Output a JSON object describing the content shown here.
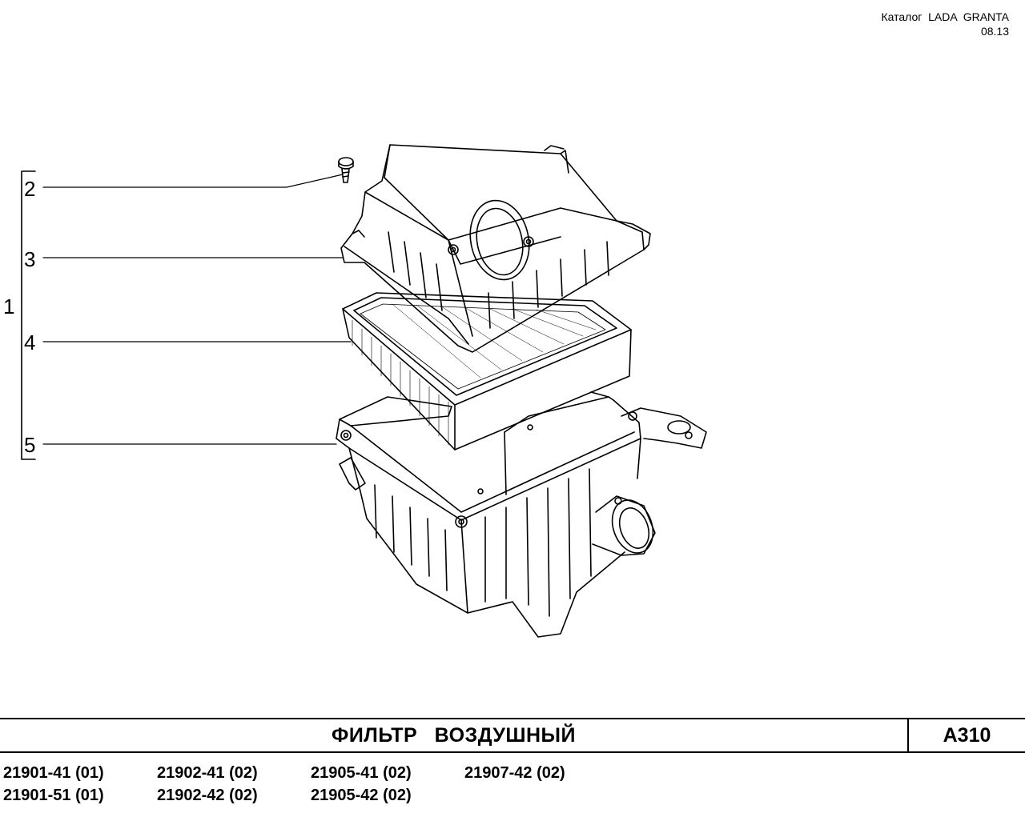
{
  "header": {
    "catalog": "Каталог  LADA  GRANTA",
    "date": "08.13"
  },
  "callouts": {
    "c1": "1",
    "c2": "2",
    "c3": "3",
    "c4": "4",
    "c5": "5"
  },
  "title": "ФИЛЬТР   ВОЗДУШНЫЙ",
  "code": "А310",
  "models": [
    [
      "21901-41 (01)",
      "21902-41 (02)",
      "21905-41 (02)",
      "21907-42 (02)"
    ],
    [
      "21901-51 (01)",
      "21902-42 (02)",
      "21905-42 (02)"
    ]
  ]
}
